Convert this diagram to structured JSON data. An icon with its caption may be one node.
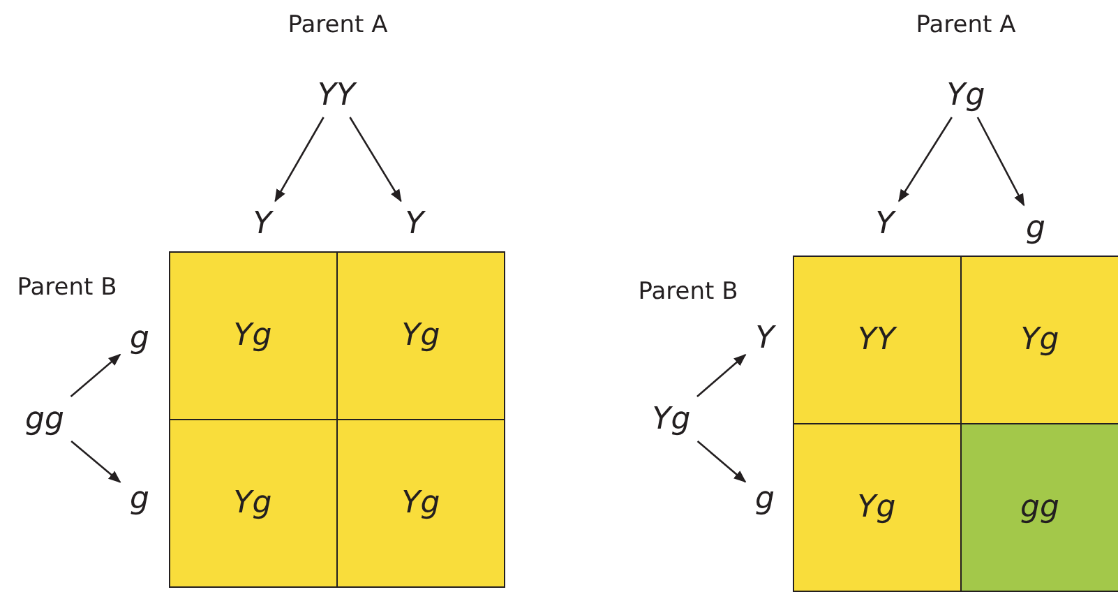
{
  "diagram": {
    "nodes": [
      {
        "text": [
          "YY"
        ]
      },
      {
        "text": [
          "Y"
        ]
      },
      {
        "text": [
          "Y"
        ]
      },
      {
        "text": [
          "gg"
        ]
      },
      {
        "text": [
          "g"
        ]
      },
      {
        "text": [
          "g"
        ]
      },
      {
        "text": [
          "Yg"
        ]
      },
      {
        "text": [
          "Yg"
        ]
      },
      {
        "text": [
          "Yg"
        ]
      },
      {
        "text": [
          "Yg"
        ]
      },
      {
        "text": [
          "Yg"
        ]
      },
      {
        "text": [
          "Y"
        ]
      },
      {
        "text": [
          "g"
        ]
      },
      {
        "text": [
          "Yg"
        ]
      },
      {
        "text": [
          "Y"
        ]
      },
      {
        "text": [
          "g"
        ]
      },
      {
        "text": [
          "YY"
        ]
      },
      {
        "text": [
          "Yg"
        ]
      },
      {
        "text": [
          "Yg"
        ]
      },
      {
        "text": [
          "gg"
        ]
      }
    ],
    "edges": [
      {
        "from": 0,
        "to": 1,
        "arrow": "to"
      },
      {
        "from": 0,
        "to": 2,
        "arrow": "to"
      },
      {
        "from": 3,
        "to": 4,
        "arrow": "to"
      },
      {
        "from": 3,
        "to": 5,
        "arrow": "to"
      },
      {
        "from": 10,
        "to": 11,
        "arrow": "to"
      },
      {
        "from": 10,
        "to": 12,
        "arrow": "to"
      },
      {
        "from": 13,
        "to": 14,
        "arrow": "to"
      },
      {
        "from": 13,
        "to": 15,
        "arrow": "to"
      }
    ],
    "labels": [
      "Parent A",
      "Parent A",
      "Parent B",
      "Parent B"
    ]
  }
}
